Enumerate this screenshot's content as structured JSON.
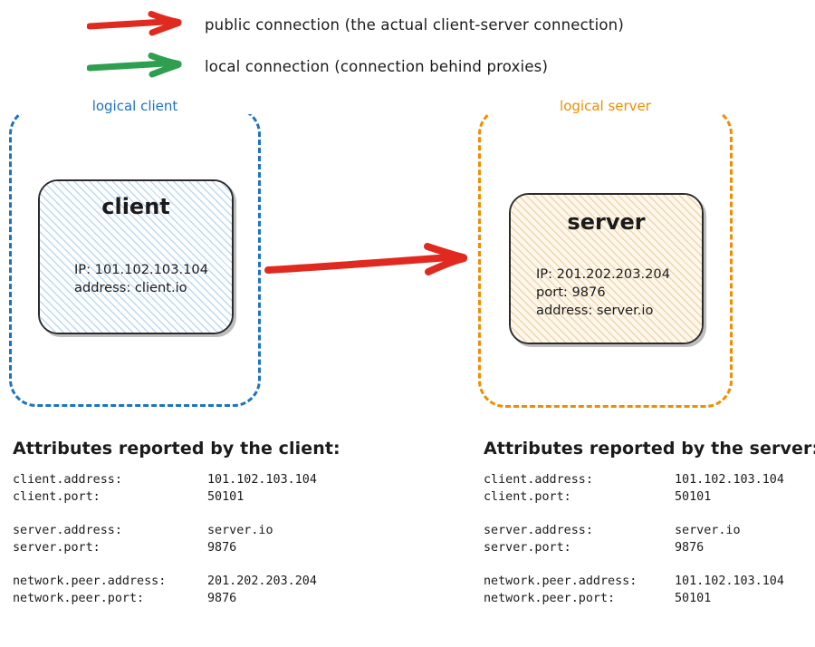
{
  "legend": {
    "items": [
      {
        "id": "public",
        "icon": "arrow-right-icon",
        "color": "#e02a20",
        "label": "public connection (the actual client-server connection)"
      },
      {
        "id": "local",
        "icon": "arrow-right-icon",
        "color": "#2e9e4f",
        "label": "local connection (connection behind proxies)"
      }
    ]
  },
  "diagram": {
    "client_group": {
      "title": "logical client",
      "border_color": "#1c73c2",
      "node": {
        "title": "client",
        "fill_color": "#bcd9f2",
        "details": [
          "IP: 101.102.103.104",
          "address: client.io"
        ]
      }
    },
    "server_group": {
      "title": "logical server",
      "border_color": "#ef8d00",
      "node": {
        "title": "server",
        "fill_color": "#f0d6ad",
        "details": [
          "IP: 201.202.203.204",
          "port: 9876",
          "address: server.io"
        ]
      }
    },
    "main_connection": {
      "type": "public connection",
      "color": "#e02a20",
      "direction": "client-to-server"
    }
  },
  "attributes_client": {
    "heading": "Attributes reported by the client:",
    "rows": [
      {
        "key": "client.address:",
        "value": "101.102.103.104"
      },
      {
        "key": "client.port:",
        "value": "50101"
      },
      {
        "key": "",
        "value": ""
      },
      {
        "key": "server.address:",
        "value": "server.io"
      },
      {
        "key": "server.port:",
        "value": "9876"
      },
      {
        "key": "",
        "value": ""
      },
      {
        "key": "network.peer.address:",
        "value": "201.202.203.204"
      },
      {
        "key": "network.peer.port:",
        "value": "9876"
      }
    ]
  },
  "attributes_server": {
    "heading": "Attributes reported by the server:",
    "rows": [
      {
        "key": "client.address:",
        "value": "101.102.103.104"
      },
      {
        "key": "client.port:",
        "value": "50101"
      },
      {
        "key": "",
        "value": ""
      },
      {
        "key": "server.address:",
        "value": "server.io"
      },
      {
        "key": "server.port:",
        "value": "9876"
      },
      {
        "key": "",
        "value": ""
      },
      {
        "key": "network.peer.address:",
        "value": "101.102.103.104"
      },
      {
        "key": "network.peer.port:",
        "value": "50101"
      }
    ]
  }
}
